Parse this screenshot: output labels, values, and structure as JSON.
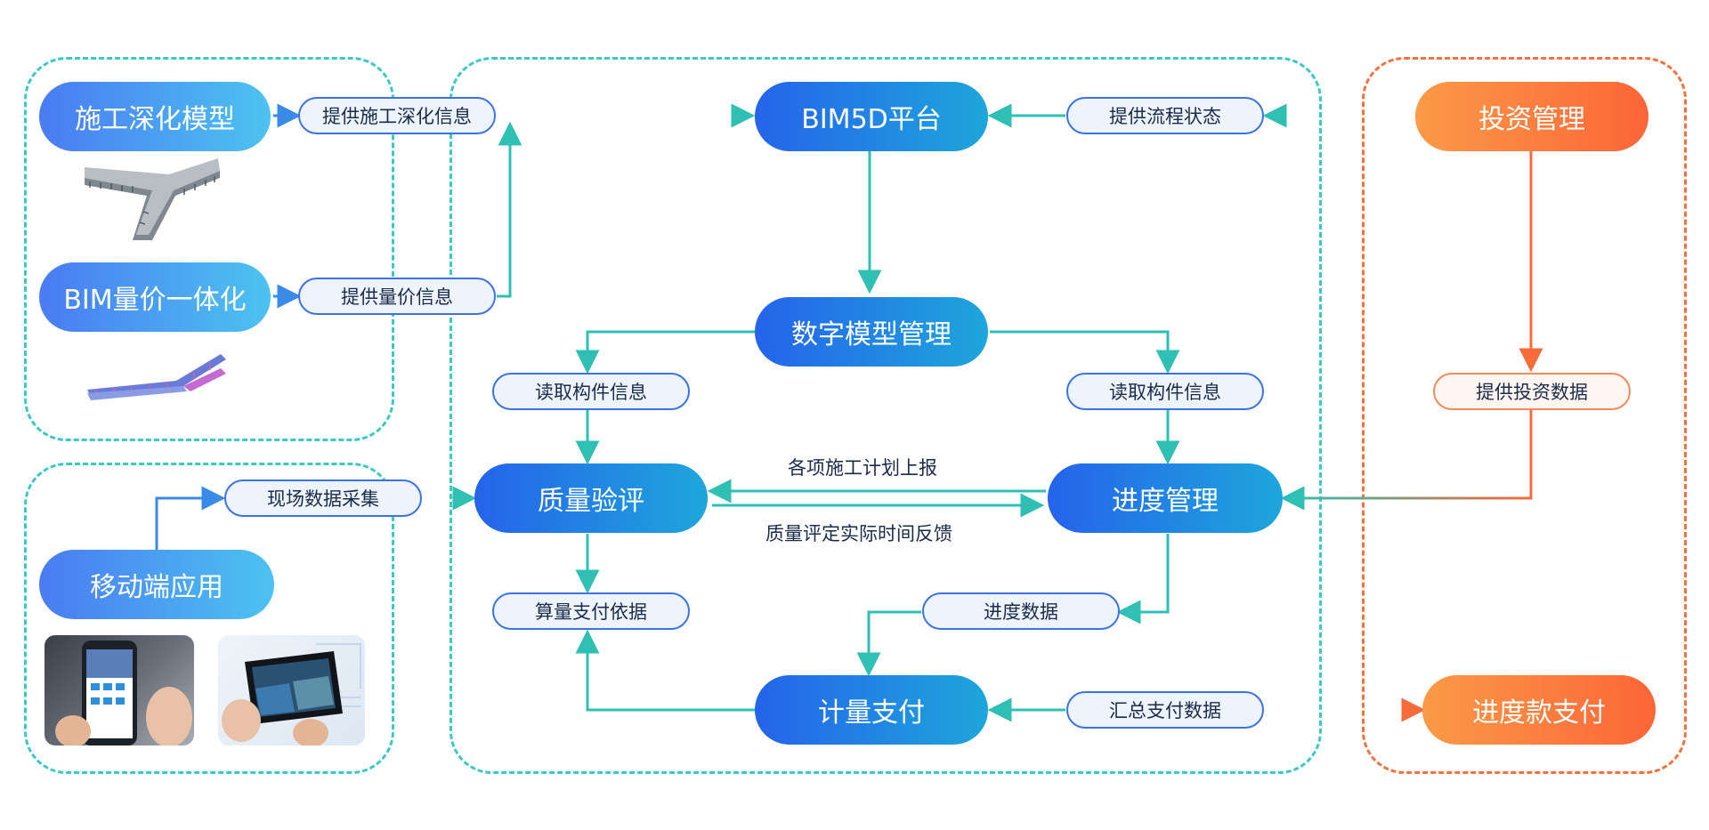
{
  "colors": {
    "teal": "#2fbfb3",
    "blue": "#2563eb",
    "orange": "#f56b3a"
  },
  "nodes": {
    "construction_model": "施工深化模型",
    "bim_cost": "BIM量价一体化",
    "mobile_app": "移动端应用",
    "bim5d": "BIM5D平台",
    "digital_model": "数字模型管理",
    "quality": "质量验评",
    "progress": "进度管理",
    "metering": "计量支付",
    "investment": "投资管理",
    "progress_payment": "进度款支付"
  },
  "tags": {
    "provide_construction_info": "提供施工深化信息",
    "provide_cost_info": "提供量价信息",
    "field_data": "现场数据采集",
    "provide_process_status": "提供流程状态",
    "read_component_left": "读取构件信息",
    "read_component_right": "读取构件信息",
    "measure_basis": "算量支付依据",
    "progress_data": "进度数据",
    "summary_payment": "汇总支付数据",
    "provide_investment_data": "提供投资数据"
  },
  "labels": {
    "plan_report": "各项施工计划上报",
    "quality_feedback": "质量评定实际时间反馈"
  },
  "icons": {
    "model_3d": "3d-structure-render-icon",
    "model_3d_2": "3d-bridge-render-icon",
    "phone": "smartphone-photo-icon",
    "tablet": "tablet-photo-icon"
  }
}
